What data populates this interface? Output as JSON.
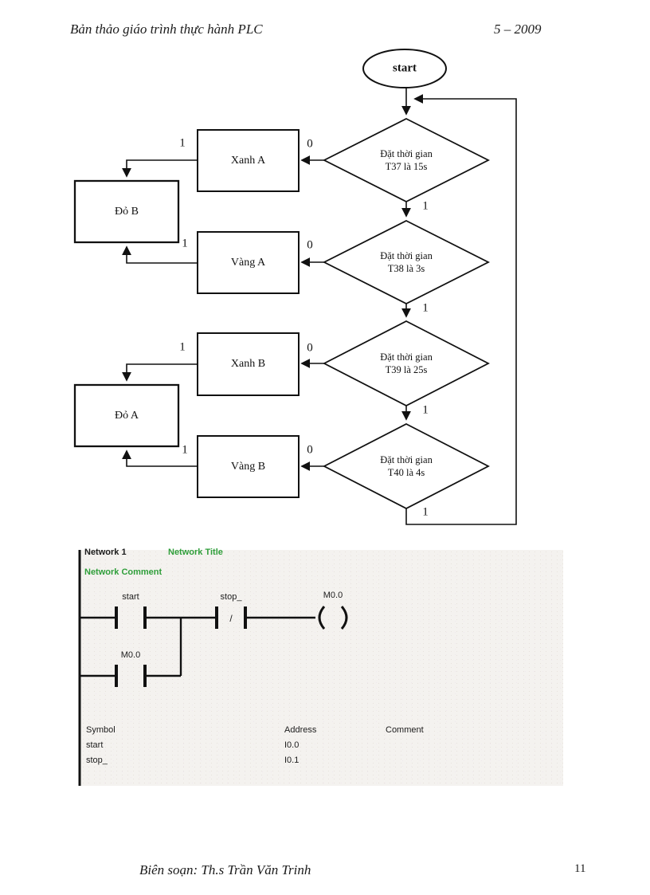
{
  "page": {
    "header_left": "Bản thảo giáo trình thực hành PLC",
    "header_right": "5 – 2009",
    "footer_author": "Biên soạn: Th.s Trần Văn Trinh",
    "page_number": "11"
  },
  "flowchart": {
    "start_label": "start",
    "labels": {
      "one": "1",
      "zero": "0"
    },
    "decisions": [
      {
        "line1": "Đặt thời gian",
        "line2": "T37 là 15s"
      },
      {
        "line1": "Đặt thời gian",
        "line2": "T38 là 3s"
      },
      {
        "line1": "Đặt thời gian",
        "line2": "T39 là 25s"
      },
      {
        "line1": "Đặt thời gian",
        "line2": "T40 là 4s"
      }
    ],
    "process_boxes": [
      "Xanh A",
      "Vàng A",
      "Xanh B",
      "Vàng B"
    ],
    "state_boxes": [
      "Đỏ B",
      "Đỏ A"
    ]
  },
  "ladder": {
    "network_label": "Network 1",
    "network_title": "Network Title",
    "network_comment": "Network Comment",
    "title_color": "#2f9e3a",
    "rung1": {
      "contact1": "start",
      "contact2": "stop_",
      "nc_slash": "/",
      "coil": "M0.0"
    },
    "rung2": {
      "contact1": "M0.0"
    },
    "symbol_table": {
      "headers": [
        "Symbol",
        "Address",
        "Comment"
      ],
      "rows": [
        {
          "symbol": "start",
          "address": "I0.0"
        },
        {
          "symbol": "stop_",
          "address": "I0.1"
        }
      ]
    }
  }
}
